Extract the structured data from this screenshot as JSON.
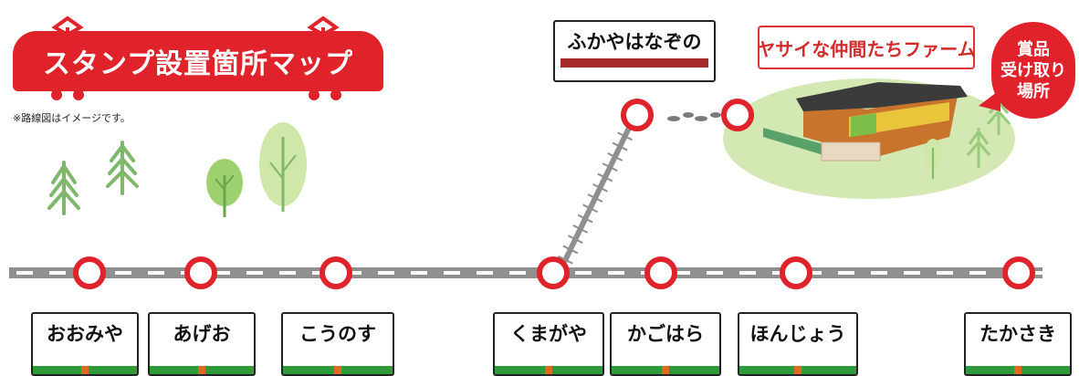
{
  "title": "スタンプ設置箇所マップ",
  "note": "※路線図はイメージです。",
  "branch_station": "ふかやはなぞの",
  "farm_name": "ヤサイな仲間たちファーム",
  "prize_lines": [
    "賞品",
    "受け取り",
    "場所"
  ],
  "stations": [
    {
      "name": "おおみや"
    },
    {
      "name": "あげお"
    },
    {
      "name": "こうのす"
    },
    {
      "name": "くまがや"
    },
    {
      "name": "かごはら"
    },
    {
      "name": "ほんじょう"
    },
    {
      "name": "たかさき"
    }
  ],
  "colors": {
    "accent_red": "#e0222b",
    "track_gray": "#8f8f8f",
    "sign_green": "#2e9a3a",
    "sign_orange": "#e06a1f",
    "branch_stripe": "#a52a2a",
    "tree_green": "#7fb86a",
    "field_green": "#d3e8b2"
  }
}
